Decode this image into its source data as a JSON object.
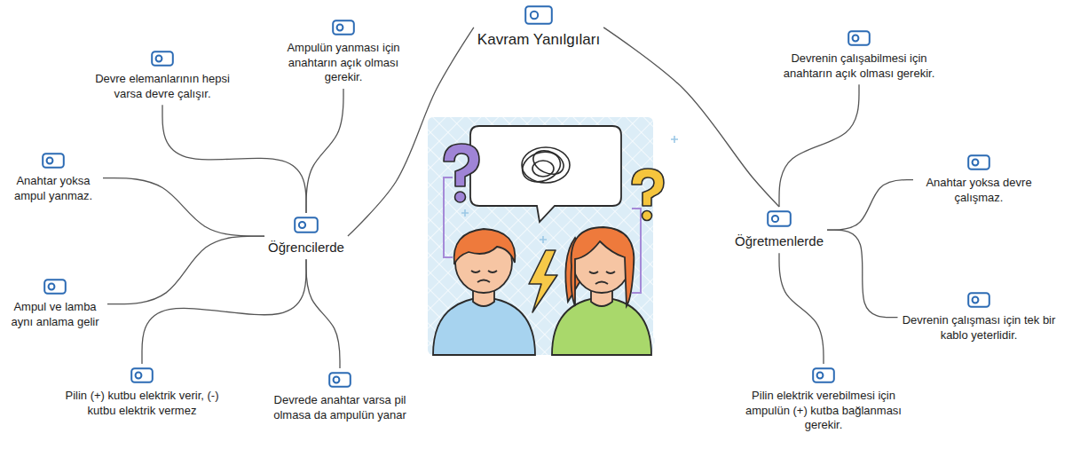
{
  "diagram": {
    "nodes": [
      {
        "text": [
          "Kavram Yanılgıları"
        ]
      },
      {
        "text": [
          "Öğrencilerde"
        ]
      },
      {
        "text": [
          "Öğretmenlerde"
        ]
      },
      {
        "text": [
          "Devre elemanlarının hepsi varsa devre çalışır."
        ]
      },
      {
        "text": [
          "Ampulün yanması için anahtarın açık olması gerekir."
        ]
      },
      {
        "text": [
          "Anahtar yoksa ampul yanmaz."
        ]
      },
      {
        "text": [
          "Ampul ve lamba aynı anlama gelir"
        ]
      },
      {
        "text": [
          "Pilin (+) kutbu elektrik verir, (-) kutbu elektrik vermez"
        ]
      },
      {
        "text": [
          "Devrede anahtar varsa pil olmasa da ampulün yanar"
        ]
      },
      {
        "text": [
          "Devrenin çalışabilmesi için anahtarın açık olması gerekir."
        ]
      },
      {
        "text": [
          "Anahtar yoksa devre çalışmaz."
        ]
      },
      {
        "text": [
          "Devrenin çalışması için tek bir kablo yeterlidir."
        ]
      },
      {
        "text": [
          "Pilin elektrik verebilmesi için ampulün (+) kutba bağlanması gerekir."
        ]
      }
    ],
    "edges": [
      {
        "from": 0,
        "to": 1,
        "arrow": "none"
      },
      {
        "from": 0,
        "to": 2,
        "arrow": "none"
      },
      {
        "from": 1,
        "to": 3,
        "arrow": "none"
      },
      {
        "from": 1,
        "to": 4,
        "arrow": "none"
      },
      {
        "from": 1,
        "to": 5,
        "arrow": "none"
      },
      {
        "from": 1,
        "to": 6,
        "arrow": "none"
      },
      {
        "from": 1,
        "to": 7,
        "arrow": "none"
      },
      {
        "from": 1,
        "to": 8,
        "arrow": "none"
      },
      {
        "from": 2,
        "to": 9,
        "arrow": "none"
      },
      {
        "from": 2,
        "to": 10,
        "arrow": "none"
      },
      {
        "from": 2,
        "to": 11,
        "arrow": "none"
      },
      {
        "from": 2,
        "to": 12,
        "arrow": "none"
      }
    ]
  }
}
